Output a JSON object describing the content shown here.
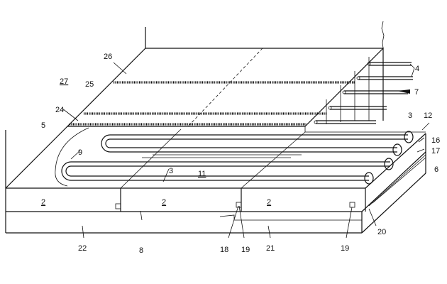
{
  "labels": {
    "l26": "26",
    "l27": "27",
    "l25": "25",
    "l24": "24",
    "l5": "5",
    "l9": "9",
    "l3a": "3",
    "l11": "11",
    "l2a": "2",
    "l2b": "2",
    "l2c": "2",
    "l8": "8",
    "l22": "22",
    "l18": "18",
    "l19a": "19",
    "l21": "21",
    "l19b": "19",
    "l20": "20",
    "l4": "4",
    "l7": "7",
    "l3b": "3",
    "l12": "12",
    "l16": "16",
    "l17": "17",
    "l6": "6"
  }
}
